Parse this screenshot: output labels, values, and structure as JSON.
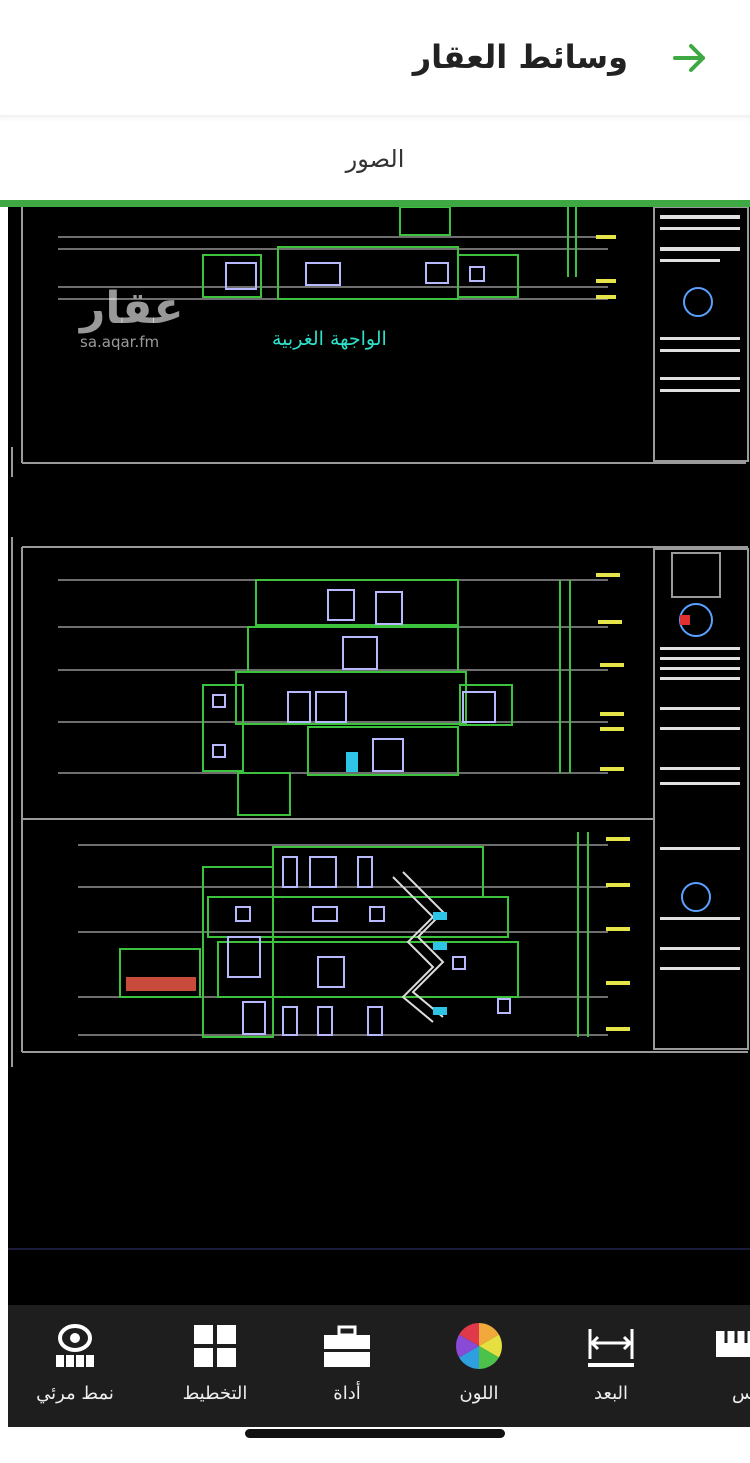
{
  "header": {
    "title": "وسائط العقار",
    "back_icon": "arrow-right-icon",
    "accent_color": "#3ea843"
  },
  "tabs": [
    {
      "label": "الصور",
      "active": true
    }
  ],
  "media": {
    "watermark": {
      "brand": "عقار",
      "url": "sa.aqar.fm"
    },
    "drawing_caption": "الواجهة الغربية"
  },
  "toolbar": {
    "items": [
      {
        "label": "نمط مرئي",
        "icon": "visual-style-icon"
      },
      {
        "label": "التخطيط",
        "icon": "layout-grid-icon"
      },
      {
        "label": "أداة",
        "icon": "toolbox-icon"
      },
      {
        "label": "اللون",
        "icon": "color-wheel-icon"
      },
      {
        "label": "البعد",
        "icon": "dimension-icon"
      },
      {
        "label": "س",
        "icon": "ruler-icon"
      }
    ]
  }
}
